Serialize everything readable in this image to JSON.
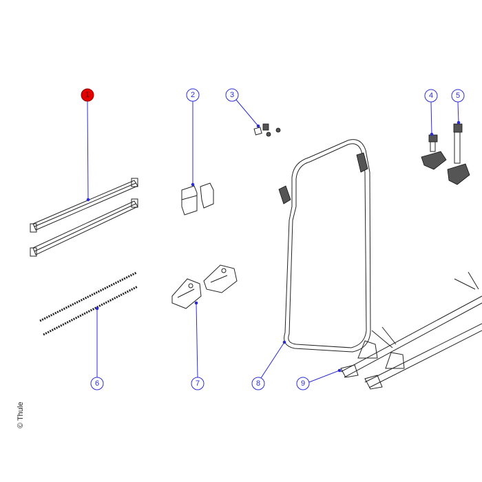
{
  "diagram": {
    "title": "Exploded parts diagram",
    "colors": {
      "callout": "#2b2bd6",
      "highlight": "#e00000",
      "line": "#222222"
    },
    "callouts": [
      {
        "label": "1",
        "part": "rails",
        "highlighted": true
      },
      {
        "label": "2",
        "part": "rail-clamps"
      },
      {
        "label": "3",
        "part": "nuts-and-washers"
      },
      {
        "label": "4",
        "part": "short-knob"
      },
      {
        "label": "5",
        "part": "long-knob"
      },
      {
        "label": "6",
        "part": "straps"
      },
      {
        "label": "7",
        "part": "mount-brackets"
      },
      {
        "label": "8",
        "part": "frame"
      },
      {
        "label": "9",
        "part": "wheel-holders"
      }
    ],
    "copyright": "© Thule"
  }
}
